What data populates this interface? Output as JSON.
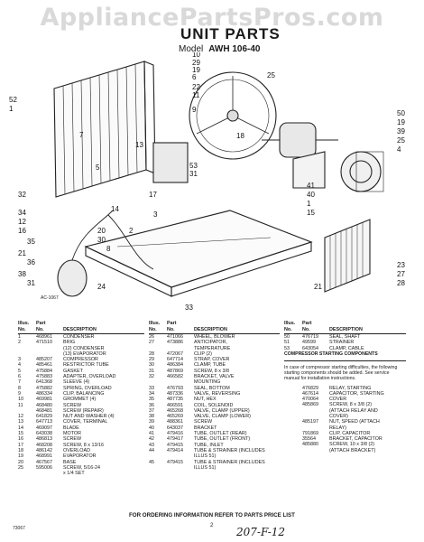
{
  "watermark": "AppliancePartsPros.com",
  "header": {
    "title": "UNIT PARTS",
    "model_label": "Model",
    "model": "AWH 106-40"
  },
  "diagram": {
    "ref_label": "AC-1067",
    "callouts": [
      "10",
      "29",
      "19",
      "6",
      "22",
      "11",
      "9",
      "25",
      "50",
      "19",
      "39",
      "25",
      "4",
      "41",
      "40",
      "1",
      "15",
      "18",
      "13",
      "53",
      "31",
      "3",
      "2",
      "14",
      "17",
      "5",
      "20",
      "30",
      "8",
      "24",
      "21",
      "23",
      "27",
      "28",
      "7",
      "52",
      "1",
      "32",
      "34",
      "12",
      "16",
      "35",
      "36",
      "38",
      "31",
      "33",
      "21"
    ]
  },
  "tables": {
    "headers": {
      "illus": "Illus.",
      "part": "Part",
      "no": "No.",
      "no2": "No.",
      "description": "DESCRIPTION"
    },
    "col1": [
      {
        "n": "1",
        "p": "468961",
        "d": "CONDENSER"
      },
      {
        "n": "2",
        "p": "471510",
        "d": "BRIG"
      },
      {
        "n": "",
        "p": "",
        "d": "(12) CONDENSER"
      },
      {
        "n": "",
        "p": "",
        "d": "(13) EVAPORATOR"
      },
      {
        "n": "3",
        "p": "485207",
        "d": "COMPRESSOR"
      },
      {
        "n": "4",
        "p": "485461",
        "d": "RESTRICTOR TUBE"
      },
      {
        "n": "5",
        "p": "475884",
        "d": "GASKET"
      },
      {
        "n": "6",
        "p": "475883",
        "d": "ADAPTER, OVERLOAD"
      },
      {
        "n": "7",
        "p": "641368",
        "d": "SLEEVE (4)"
      },
      {
        "n": "8",
        "p": "475882",
        "d": "SPRING, OVERLOAD"
      },
      {
        "n": "9",
        "p": "486334",
        "d": "CLIP, BALANCING"
      },
      {
        "n": "10",
        "p": "469981",
        "d": "GROMMET (4)"
      },
      {
        "n": "11",
        "p": "468480",
        "d": "SCREW"
      },
      {
        "n": "",
        "p": "468481",
        "d": "SCREW (REPAIR)"
      },
      {
        "n": "12",
        "p": "641829",
        "d": "NUT AND WASHER (4)"
      },
      {
        "n": "13",
        "p": "647713",
        "d": "COVER, TERMINAL"
      },
      {
        "n": "14",
        "p": "469097",
        "d": "BLADE"
      },
      {
        "n": "15",
        "p": "643038",
        "d": "MOTOR"
      },
      {
        "n": "16",
        "p": "486813",
        "d": "SCREW"
      },
      {
        "n": "17",
        "p": "468208",
        "d": "SCREW, 8 x 13/16"
      },
      {
        "n": "18",
        "p": "486142",
        "d": "OVERLOAD"
      },
      {
        "n": "19",
        "p": "468991",
        "d": "EVAPORATOR"
      },
      {
        "n": "20",
        "p": "467567",
        "d": "BASE"
      },
      {
        "n": "25",
        "p": "595006",
        "d": "SCREW, 5/16-24"
      },
      {
        "n": "",
        "p": "",
        "d": "x 1/4 SET"
      }
    ],
    "col2": [
      {
        "n": "26",
        "p": "471066",
        "d": "WHEEL, BLOWER"
      },
      {
        "n": "27",
        "p": "473886",
        "d": "ANTICIPATOR,"
      },
      {
        "n": "",
        "p": "",
        "d": "TEMPERATURE"
      },
      {
        "n": "28",
        "p": "472067",
        "d": "CLIP (2)"
      },
      {
        "n": "29",
        "p": "647714",
        "d": "STRAP, COVER"
      },
      {
        "n": "30",
        "p": "486384",
        "d": "CLAMP, TUBE"
      },
      {
        "n": "31",
        "p": "487869",
        "d": "SCREW, 8 x 3/8"
      },
      {
        "n": "32",
        "p": "466582",
        "d": "BRACKET, VALVE"
      },
      {
        "n": "",
        "p": "",
        "d": "MOUNTING"
      },
      {
        "n": "33",
        "p": "476793",
        "d": "SEAL, BOTTOM"
      },
      {
        "n": "34",
        "p": "487336",
        "d": "VALVE, REVERSING"
      },
      {
        "n": "35",
        "p": "487735",
        "d": "NUT, HEX"
      },
      {
        "n": "36",
        "p": "466591",
        "d": "COIL, SOLENOID"
      },
      {
        "n": "37",
        "p": "465268",
        "d": "VALVE, CLAMP (UPPER)"
      },
      {
        "n": "38",
        "p": "465269",
        "d": "VALVE, CLAMP (LOWER)"
      },
      {
        "n": "39",
        "p": "488361",
        "d": "SCREW"
      },
      {
        "n": "40",
        "p": "643037",
        "d": "BRACKET"
      },
      {
        "n": "41",
        "p": "479416",
        "d": "TUBE, OUTLET (REAR)"
      },
      {
        "n": "42",
        "p": "479417",
        "d": "TUBE, OUTLET (FRONT)"
      },
      {
        "n": "43",
        "p": "479415",
        "d": "TUBE, INLET"
      },
      {
        "n": "44",
        "p": "479414",
        "d": "TUBE & STRAINER (INCLUDES"
      },
      {
        "n": "",
        "p": "",
        "d": "ILLUS 51)"
      },
      {
        "n": "45",
        "p": "479415",
        "d": "TUBE & STRAINER (INCLUDES"
      },
      {
        "n": "",
        "p": "",
        "d": "ILLUS 51)"
      }
    ],
    "col3_top": [
      {
        "n": "50",
        "p": "476719",
        "d": "SEAL, SHAFT"
      },
      {
        "n": "51",
        "p": "49599",
        "d": "STRAINER"
      },
      {
        "n": "53",
        "p": "643054",
        "d": "CLAMP, CABLE"
      }
    ],
    "col3_section": "COMPRESSOR STARTING COMPONENTS",
    "col3_note": "In case of compressor starting difficulties, the following starting components should be added. See service manual for installation instructions.",
    "col3_bottom": [
      {
        "p": "476829",
        "d": "RELAY, STARTING"
      },
      {
        "p": "467614",
        "d": "CAPACITOR, STARTING"
      },
      {
        "p": "470064",
        "d": "COVER"
      },
      {
        "p": "485869",
        "d": "SCREW, 8 x 3/8 (2)"
      },
      {
        "p": "",
        "d": "(ATTACH RELAY AND"
      },
      {
        "p": "",
        "d": "COVER)"
      },
      {
        "p": "485197",
        "d": "NUT, SPEED (ATTACH"
      },
      {
        "p": "",
        "d": "RELAY)"
      },
      {
        "p": "791869",
        "d": "CLIP, CAPACITOR"
      },
      {
        "p": "35564",
        "d": "BRACKET, CAPACITOR"
      },
      {
        "p": "485880",
        "d": "SCREW, 10 x 3/8 (2)"
      },
      {
        "p": "",
        "d": "(ATTACH BRACKET)"
      }
    ]
  },
  "footer": "FOR ORDERING INFORMATION REFER TO PARTS PRICE LIST",
  "page_number": "2",
  "handwritten": "207-F-12",
  "doc_code": "73067"
}
